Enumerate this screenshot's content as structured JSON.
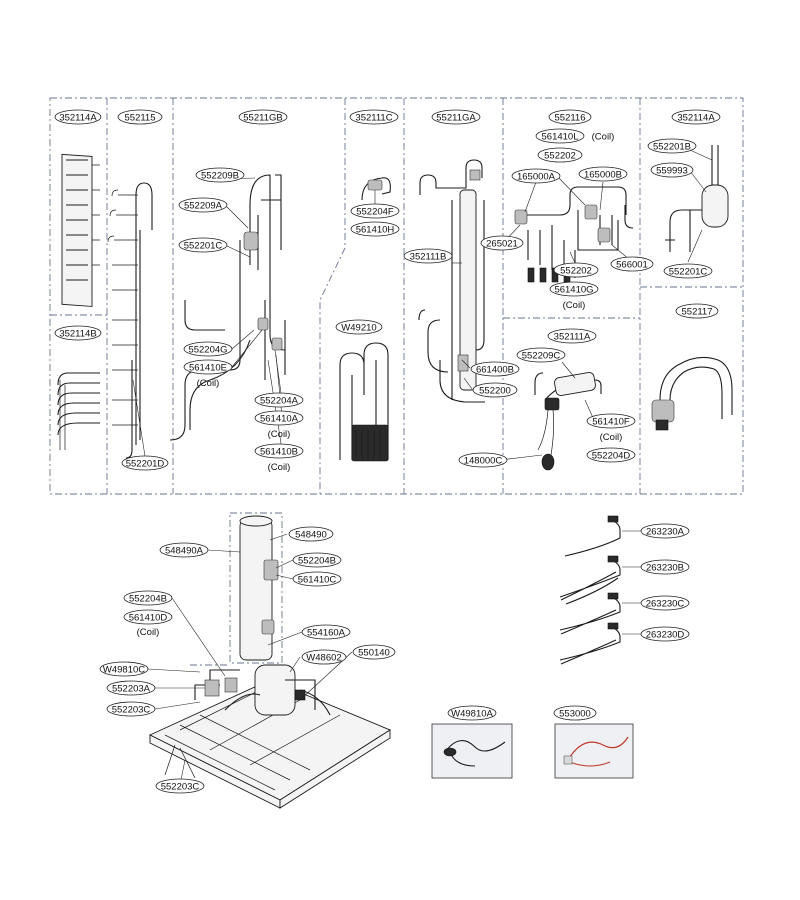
{
  "callouts": {
    "b1_top": "352114A",
    "b1_bot": "352114B",
    "b2_top": "552115",
    "b2_bot": "552201D",
    "b3_title": "55211GB",
    "b3_a": "552209B",
    "b3_b": "552209A",
    "b3_c": "552201C",
    "b3_d": "552204G",
    "b3_e": "561410E",
    "b3_e_note": "(Coil)",
    "b3_f": "552204A",
    "b3_g": "561410A",
    "b3_g_note": "(Coil)",
    "b3_h": "561410B",
    "b3_h_note": "(Coil)",
    "b4_title": "352111C",
    "b4_a": "552204F",
    "b4_b": "561410H",
    "b4_c": "W49210",
    "b5_title": "55211GA",
    "b5_a": "352111B",
    "b5_b": "661400B",
    "b5_c": "552200",
    "b6_title": "552116",
    "b6_a": "561410L",
    "b6_a_note": "(Coil)",
    "b6_b": "552202",
    "b6_c": "165000A",
    "b6_d": "165000B",
    "b6_e": "265021",
    "b6_f": "552202",
    "b6_g": "566001",
    "b6_h": "561410G",
    "b6_h_note": "(Coil)",
    "b7_title": "352111A",
    "b7_a": "552209C",
    "b7_b": "561410F",
    "b7_b_note": "(Coil)",
    "b7_c": "148000C",
    "b7_d": "552204D",
    "b8_title": "352114A",
    "b8_a": "552201B",
    "b8_b": "559993",
    "b8_c": "552201C",
    "b9_title": "552117",
    "base_a": "548490",
    "base_b": "548490A",
    "base_c": "552204B",
    "base_d": "561410C",
    "base_e": "552204B",
    "base_f": "561410D",
    "base_f_note": "(Coil)",
    "base_g": "554160A",
    "base_h": "W48602",
    "base_i": "550140",
    "base_j": "W49810C",
    "base_k": "552203A",
    "base_l": "552203C",
    "base_m": "552203C",
    "h_a": "263230A",
    "h_b": "263230B",
    "h_c": "263230C",
    "h_d": "263230D",
    "ph_a": "W49810A",
    "ph_b": "553000"
  }
}
